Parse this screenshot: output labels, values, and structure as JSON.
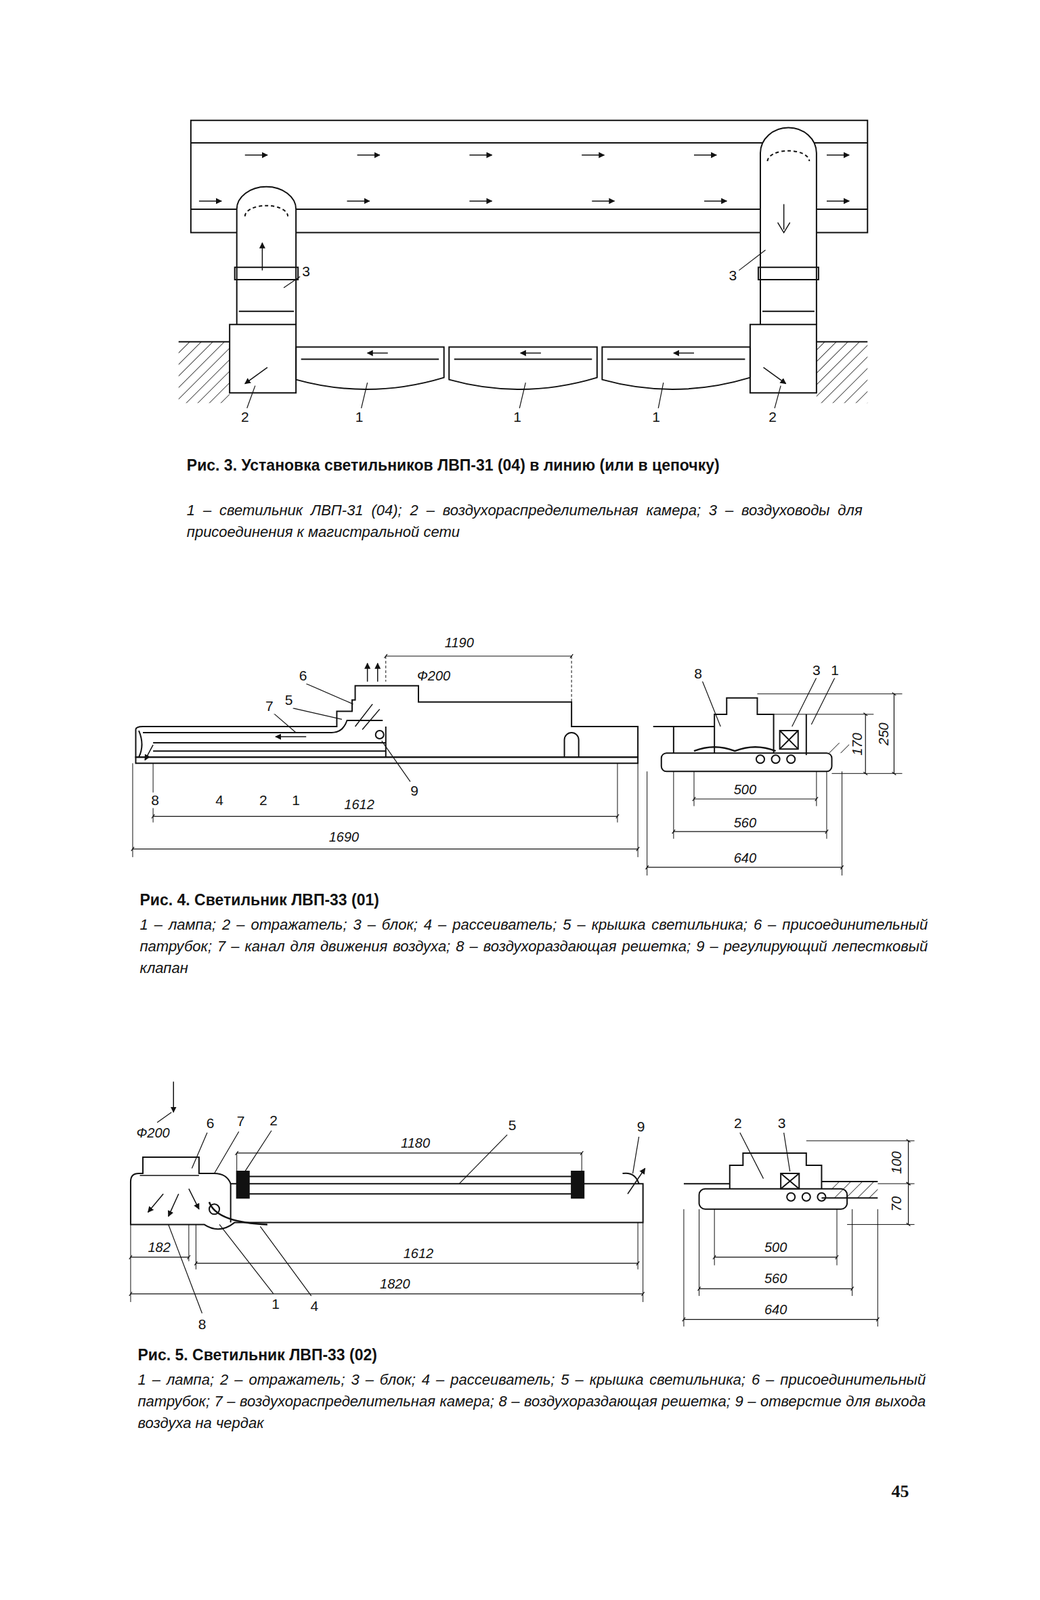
{
  "diagram": {
    "labels": [
      "3",
      "3",
      "2",
      "1",
      "1",
      "1",
      "2",
      "Рис. 3. Установка светильников ЛВП-31 (04) в линию (или в цепочку)",
      "1 – светильник ЛВП-31 (04); 2 – воздухораспределительная камера; 3 – воздуховоды для присоединения к магистральной сети",
      "1190",
      "Ф200",
      "6",
      "7",
      "5",
      "8",
      "4",
      "2",
      "1",
      "1612",
      "9",
      "1690",
      "8",
      "3",
      "1",
      "170",
      "250",
      "500",
      "560",
      "640",
      "Рис. 4. Светильник ЛВП-33 (01)",
      "1 – лампа; 2 – отражатель; 3 – блок; 4 – рассеиватель; 5 – крышка светильника; 6 – присоединительный патрубок; 7 – канал для движения воздуха; 8 – воздухораздающая решетка; 9 – регулирующий лепестковый клапан",
      "Ф200",
      "6",
      "7",
      "2",
      "1180",
      "5",
      "9",
      "182",
      "1612",
      "1820",
      "8",
      "1",
      "4",
      "2",
      "3",
      "100",
      "70",
      "500",
      "560",
      "640",
      "Рис. 5. Светильник ЛВП-33 (02)",
      "1 – лампа; 2 – отражатель; 3 – блок; 4 – рассеиватель; 5 – крышка светильника; 6 – присоединительный патрубок; 7 – воздухораспределительная камера; 8 – воздухораздающая решетка; 9 – отверстие для выхода воздуха на чердак",
      "45"
    ]
  }
}
